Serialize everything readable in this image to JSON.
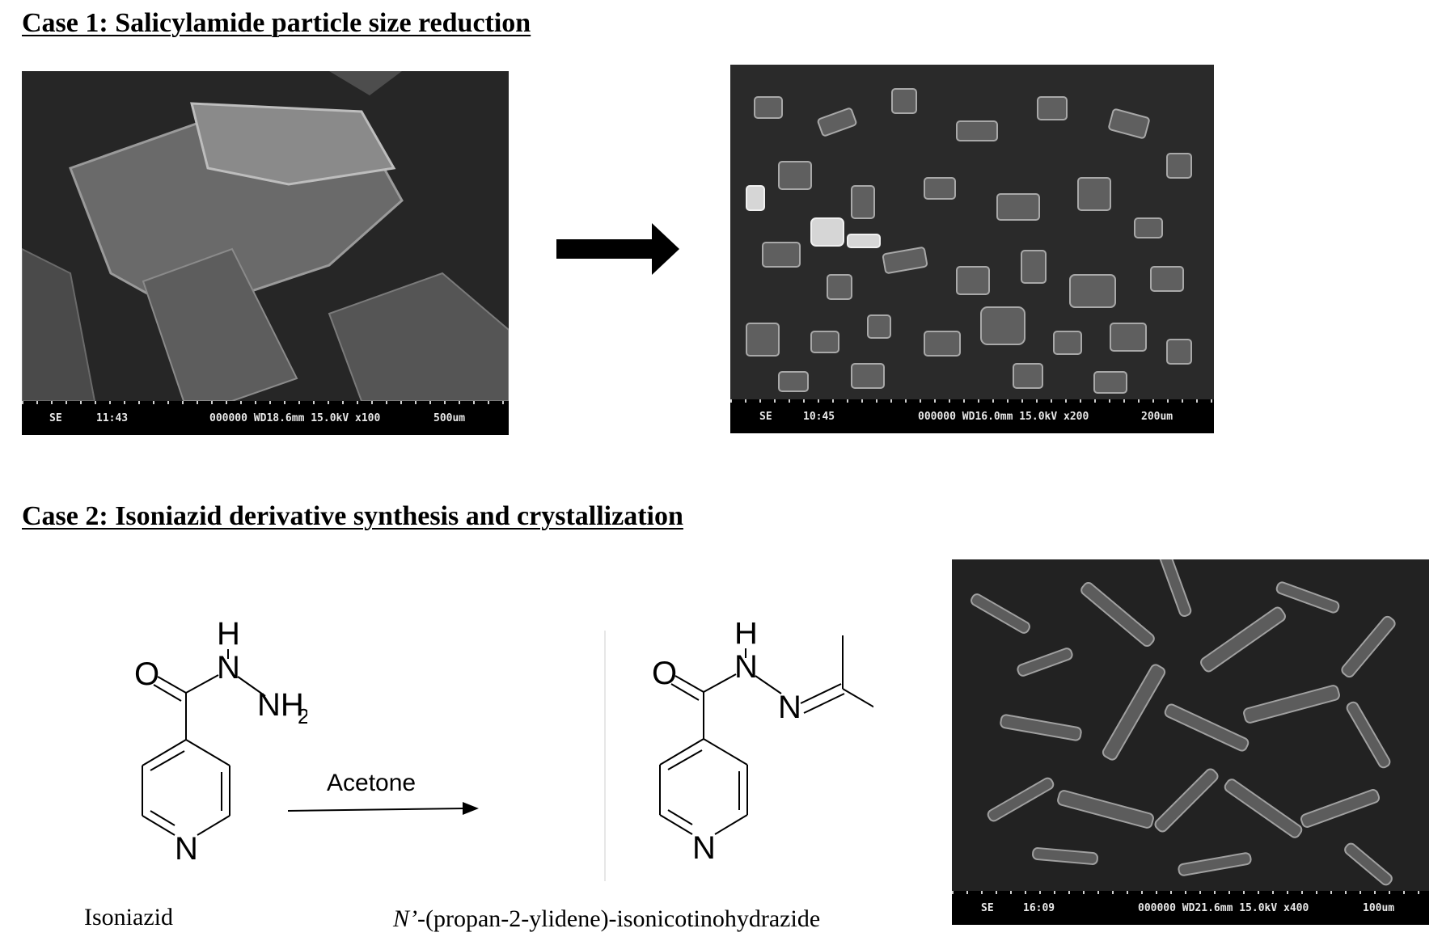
{
  "case1": {
    "title": "Case 1: Salicylamide particle size reduction",
    "sem_left": {
      "mode": "SE",
      "time": "11:43",
      "info": "000000 WD18.6mm 15.0kV x100",
      "scale": "500um"
    },
    "sem_right": {
      "mode": "SE",
      "time": "10:45",
      "info": "000000 WD16.0mm 15.0kV x200",
      "scale": "200um"
    }
  },
  "case2": {
    "title": "Case 2: Isoniazid derivative synthesis and crystallization",
    "reagent": "Acetone",
    "reactant_name": "Isoniazid",
    "product_name_italic": "N’",
    "product_name_rest": "-(propan-2-ylidene)-isonicotinohydrazide",
    "sem": {
      "mode": "SE",
      "time": "16:09",
      "info": "000000 WD21.6mm 15.0kV x400",
      "scale": "100um"
    }
  },
  "atoms": {
    "O": "O",
    "N": "N",
    "H": "H",
    "NH": "NH",
    "sub2": "2"
  }
}
